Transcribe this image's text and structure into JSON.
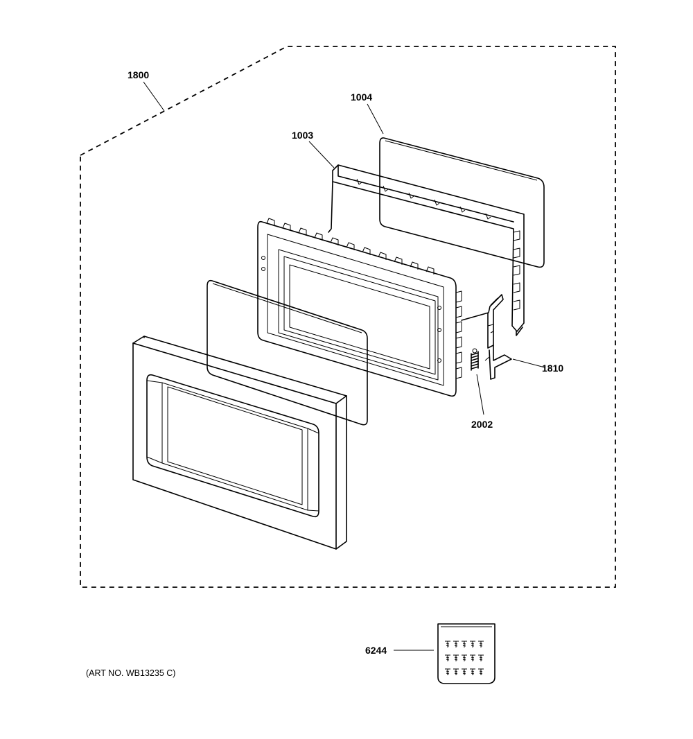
{
  "callouts": {
    "c1800": "1800",
    "c1004": "1004",
    "c1003": "1003",
    "c1810": "1810",
    "c2002": "2002",
    "c6244": "6244"
  },
  "art_number": "(ART NO. WB13235 C)"
}
